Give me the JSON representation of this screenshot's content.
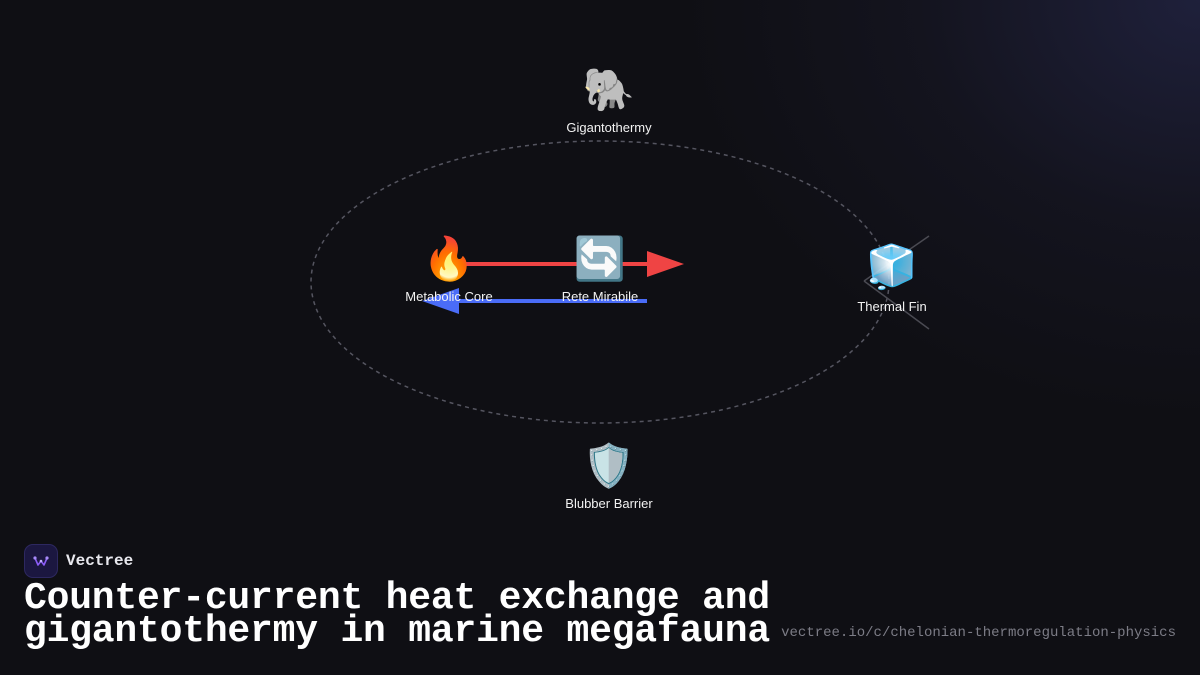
{
  "diagram": {
    "nodes": [
      {
        "id": "gigantothermy",
        "label": "Gigantothermy",
        "icon": "elephant-icon",
        "glyph": "🐘"
      },
      {
        "id": "metabolic-core",
        "label": "Metabolic Core",
        "icon": "fire-icon",
        "glyph": "🔥"
      },
      {
        "id": "rete-mirabile",
        "label": "Rete Mirabile",
        "icon": "counterclockwise-arrows-icon",
        "glyph": "🔄"
      },
      {
        "id": "thermal-fin",
        "label": "Thermal Fin",
        "icon": "ice-cube-icon",
        "glyph": "🧊"
      },
      {
        "id": "blubber-barrier",
        "label": "Blubber Barrier",
        "icon": "shield-icon",
        "glyph": "🛡️"
      }
    ],
    "colors": {
      "warm_flow": "#ef4444",
      "cool_flow": "#4a6cf7",
      "boundary": "#555560"
    }
  },
  "footer": {
    "brand": "Vectree",
    "title_line1": "Counter-current heat exchange and",
    "title_line2": "gigantothermy in marine megafauna",
    "url": "vectree.io/c/chelonian-thermoregulation-physics"
  }
}
